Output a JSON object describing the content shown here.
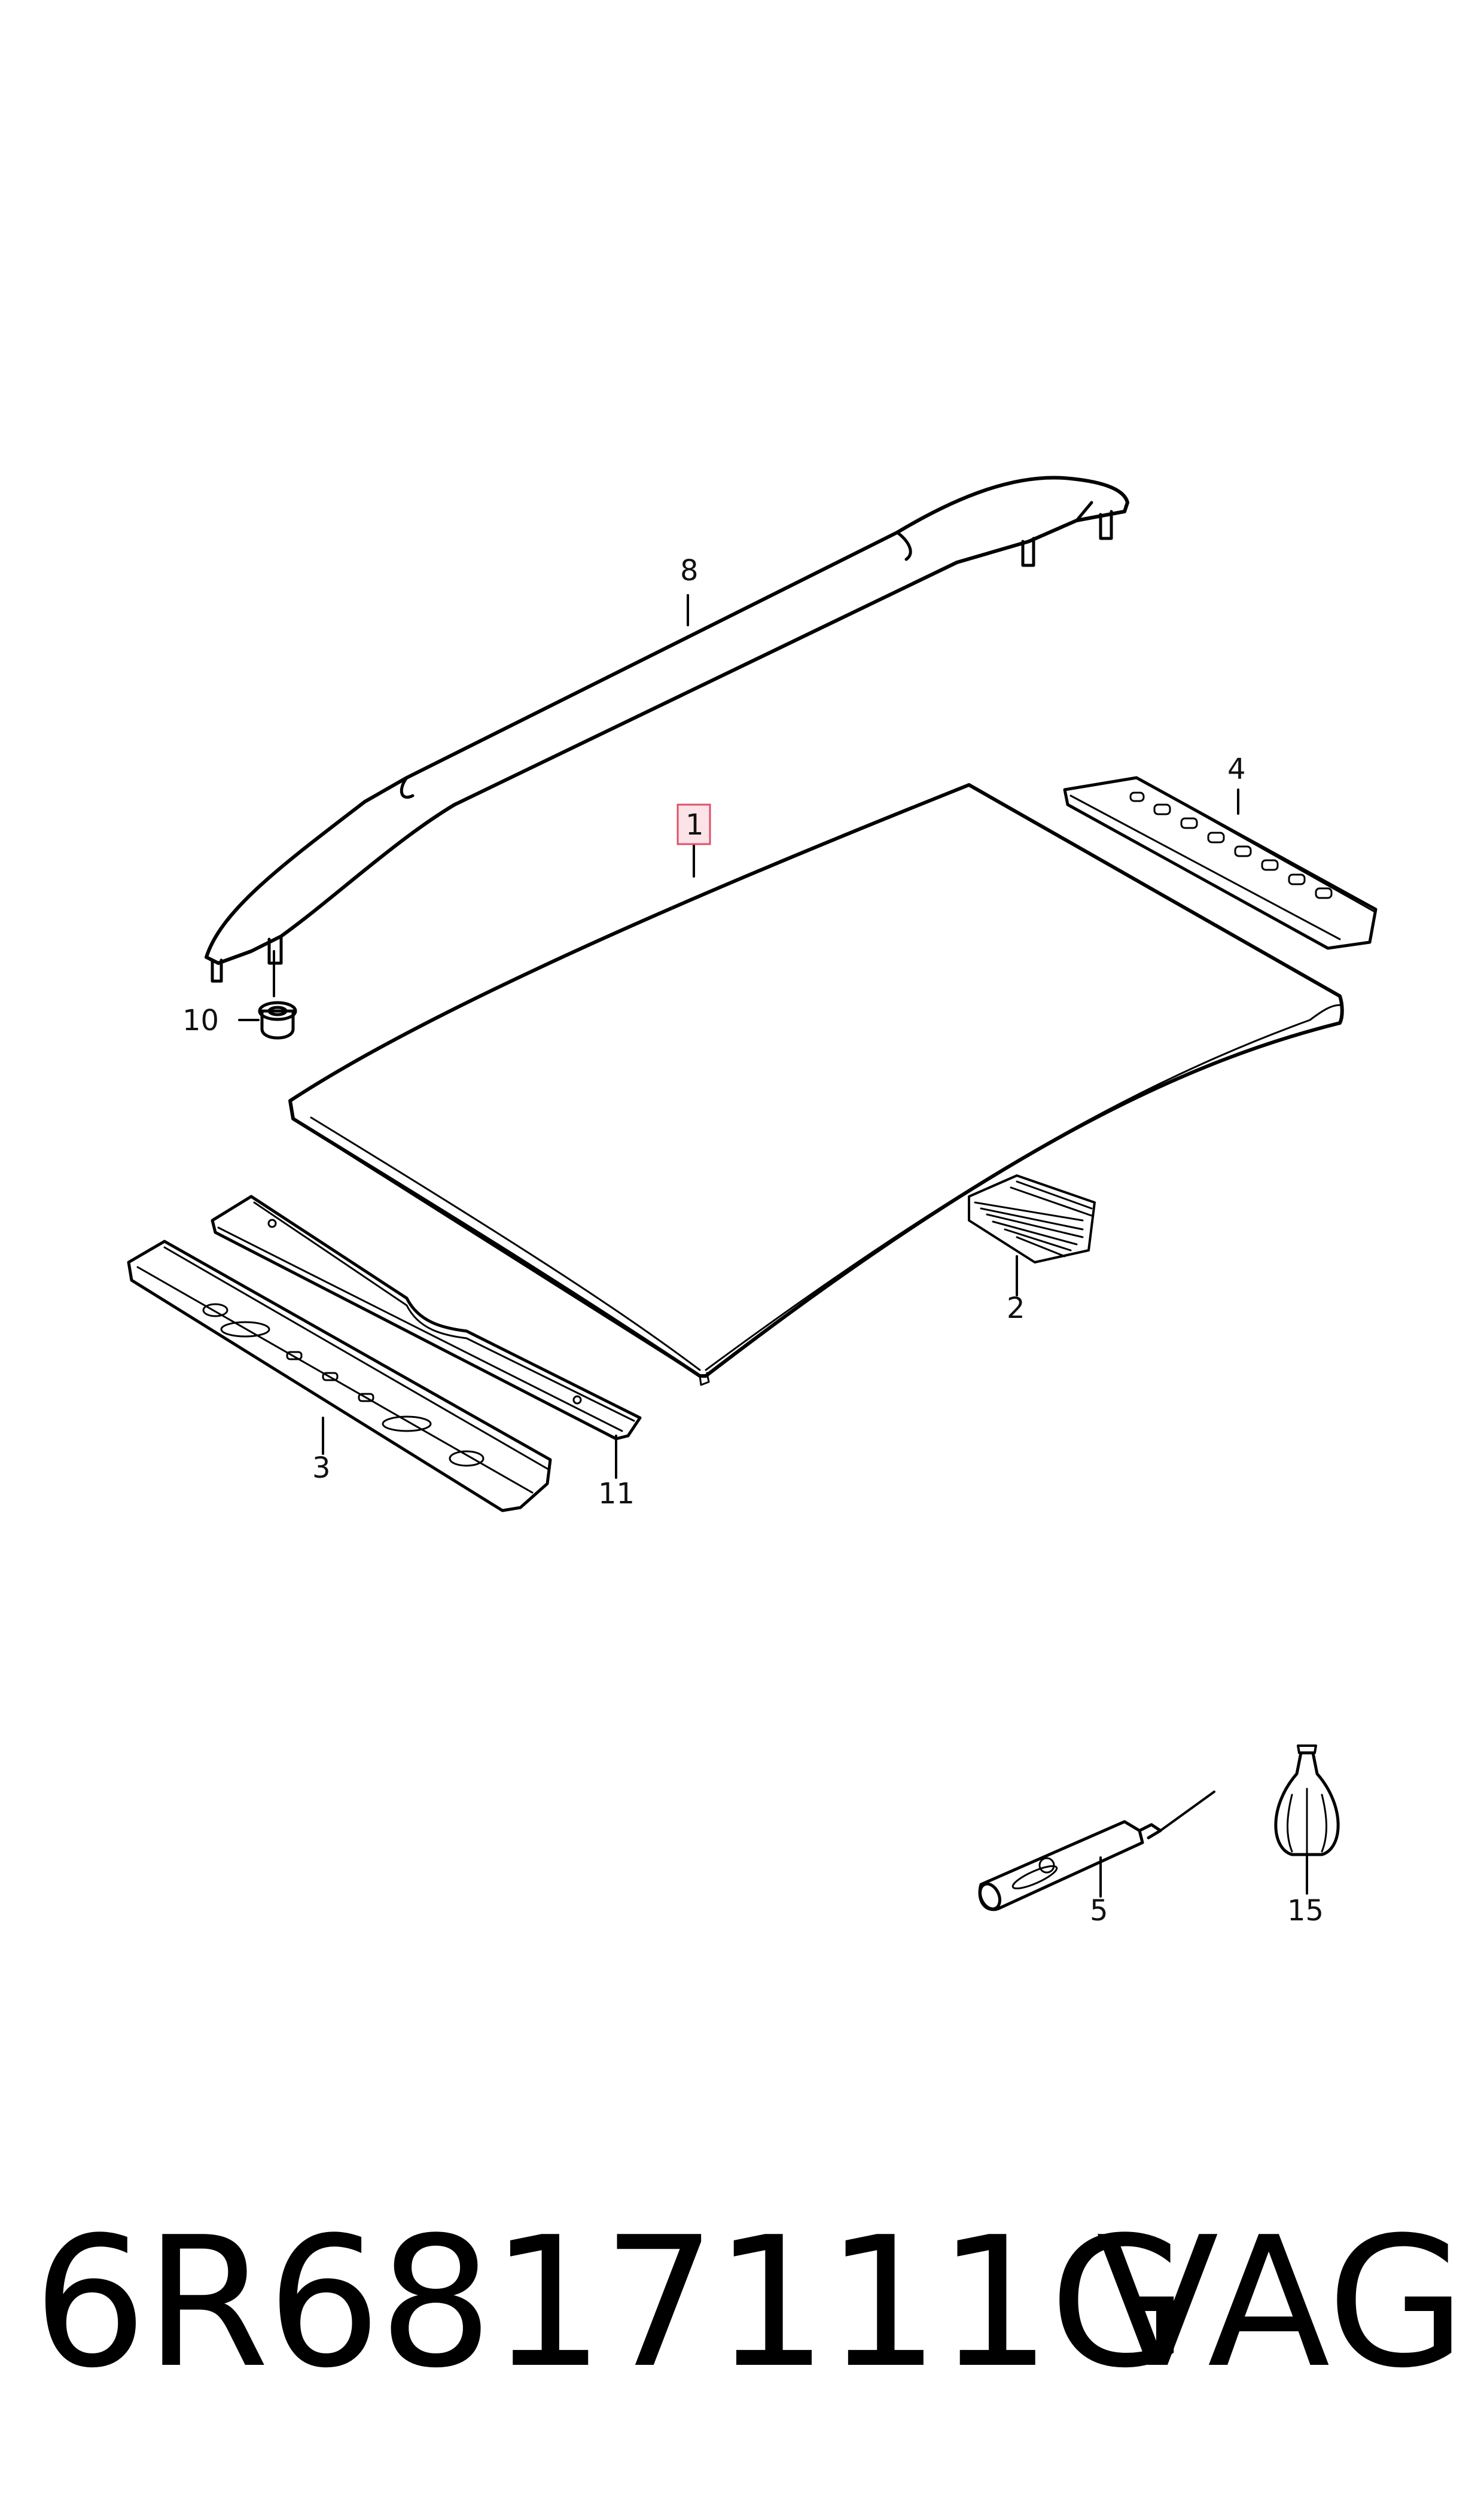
{
  "callouts": {
    "c1": "1",
    "c2": "2",
    "c3": "3",
    "c4": "4",
    "c5": "5",
    "c8": "8",
    "c10": "10",
    "c11": "11",
    "c15": "15"
  },
  "highlight_color": "#e0506a",
  "highlight_fill": "#fbe3e8",
  "footer": {
    "part_number": "6R6817111G",
    "brand": "VAG"
  }
}
